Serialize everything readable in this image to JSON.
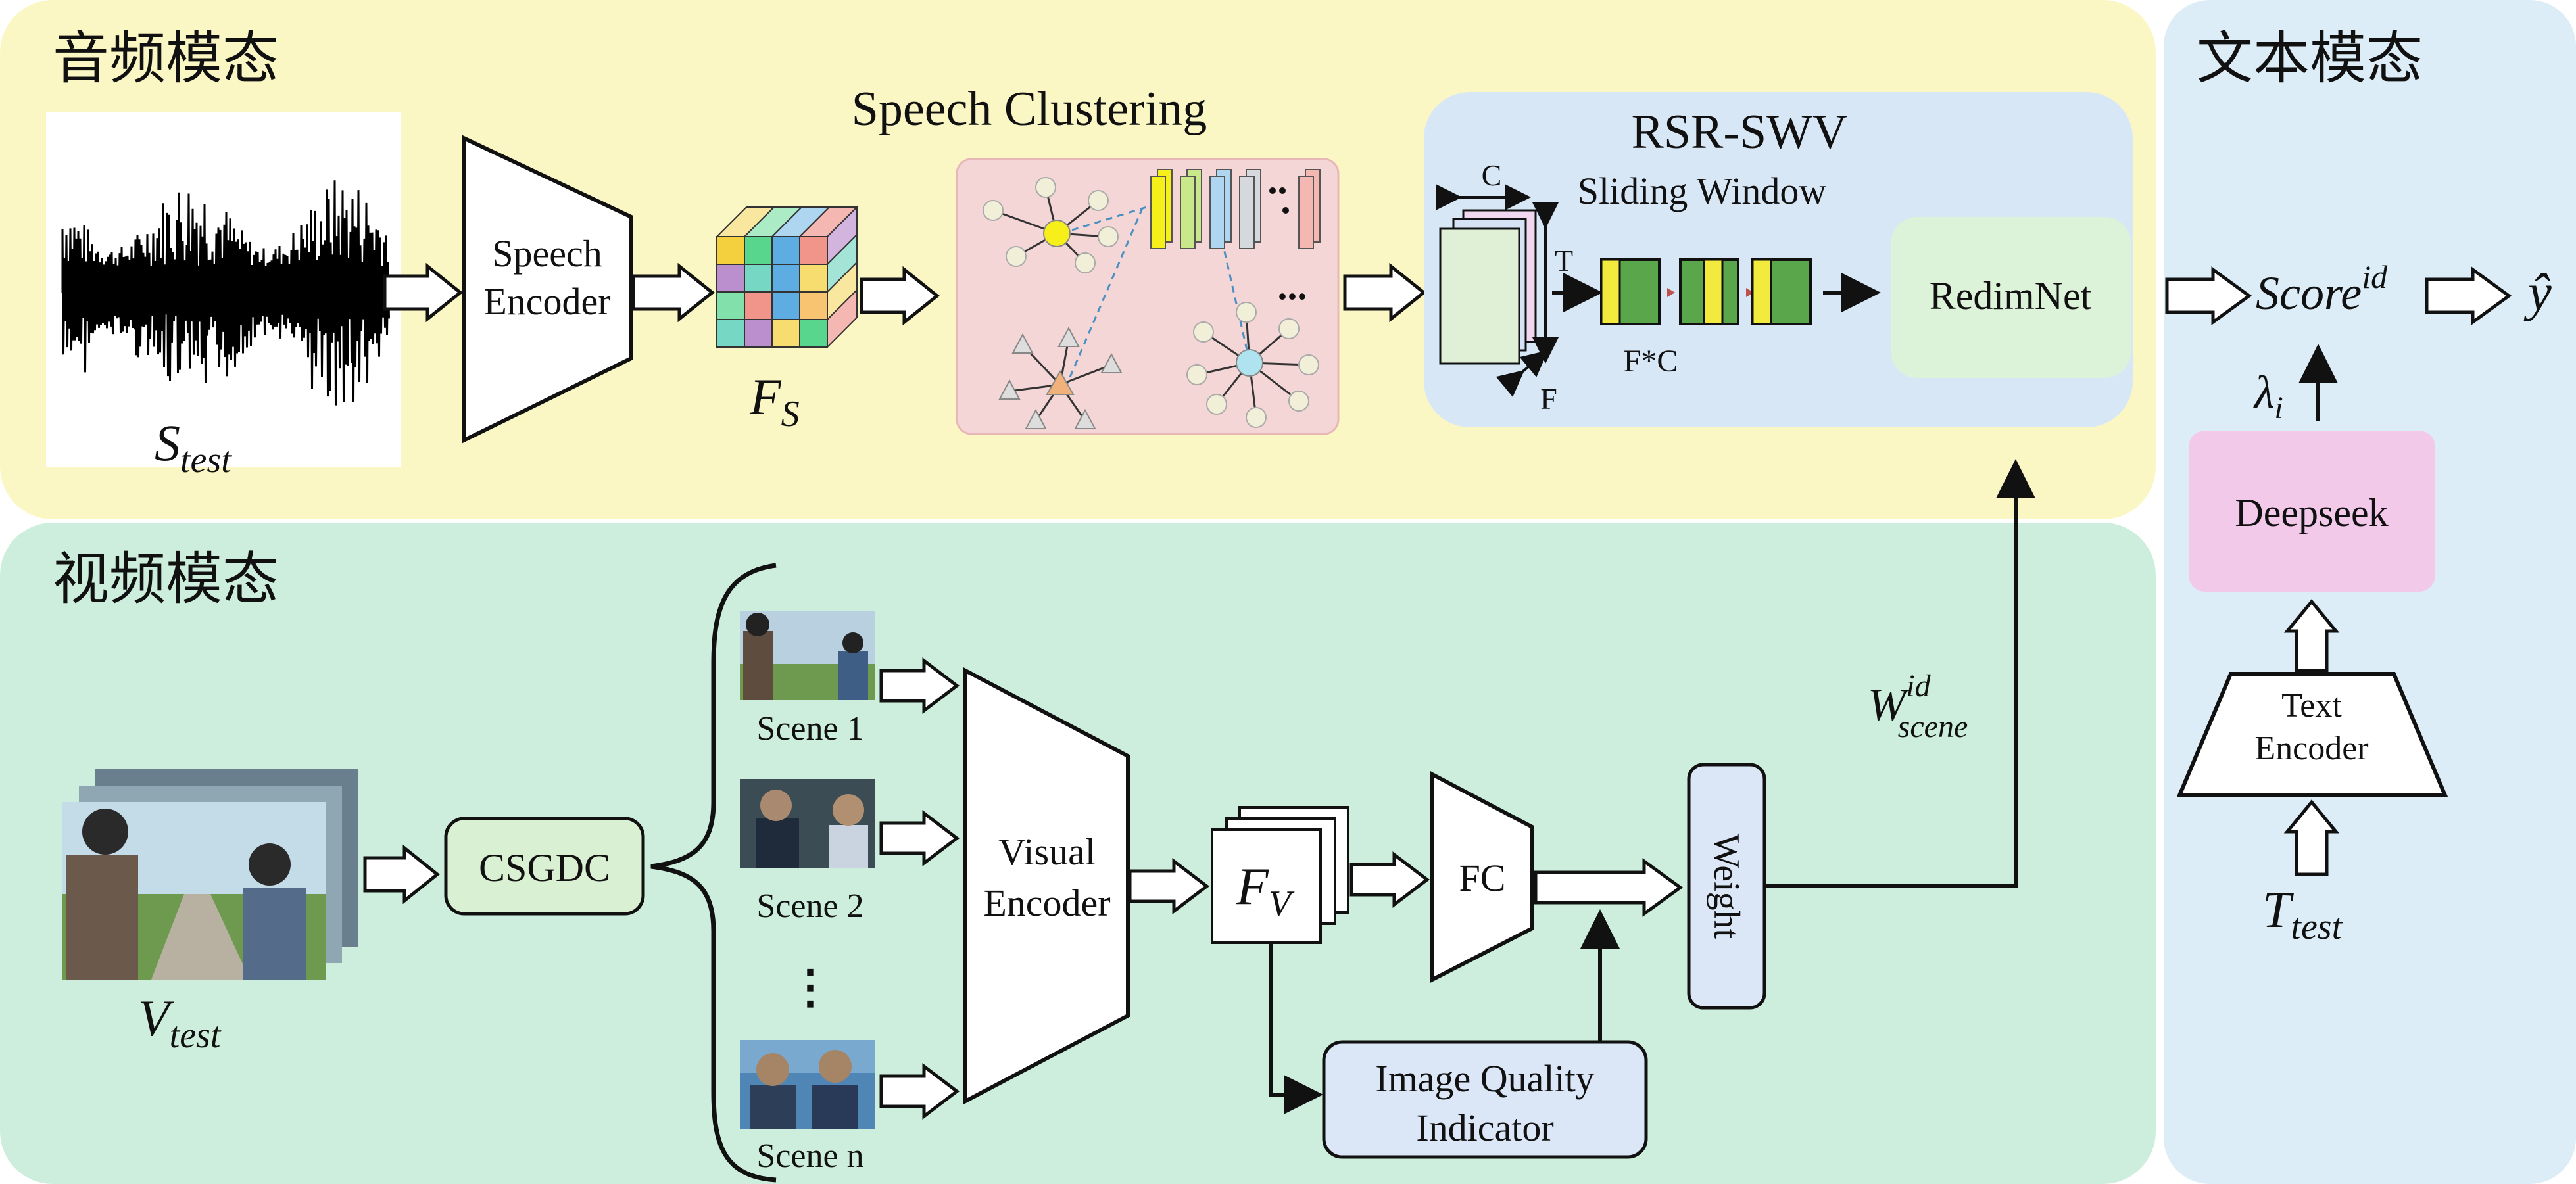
{
  "regions": {
    "audio": "音频模态",
    "video": "视频模态",
    "text": "文本模态"
  },
  "audio": {
    "input_label": {
      "main": "S",
      "sub": "test"
    },
    "speech_encoder": [
      "Speech",
      "Encoder"
    ],
    "feature_label": {
      "main": "F",
      "sub": "S"
    },
    "clustering_title": "Speech Clustering",
    "ellipsis": "...",
    "rsr_title": "RSR-SWV",
    "sliding_window": "Sliding Window",
    "dim_c": "C",
    "dim_t": "T",
    "dim_f": "F",
    "fc_label": "F*C",
    "redimnet": "RedimNet"
  },
  "video": {
    "input_label": {
      "main": "V",
      "sub": "test"
    },
    "csgdc": "CSGDC",
    "scenes": [
      "Scene 1",
      "Scene 2",
      "Scene n"
    ],
    "scene_dots": "⋮",
    "visual_encoder": [
      "Visual",
      "Encoder"
    ],
    "feature_label": {
      "main": "F",
      "sub": "V"
    },
    "fc": "FC",
    "weight": "Weight",
    "iqi": [
      "Image Quality",
      "Indicator"
    ],
    "w_scene": {
      "main": "W",
      "sup": "id",
      "sub": "scene"
    }
  },
  "text": {
    "input_label": {
      "main": "T",
      "sub": "test"
    },
    "encoder": [
      "Text",
      "Encoder"
    ],
    "deepseek": "Deepseek",
    "lambda": {
      "main": "λ",
      "sub": "i"
    },
    "score": {
      "main": "Score",
      "sup": "id"
    },
    "yhat": "ŷ"
  },
  "colors": {
    "audio_bg": "#fbf7c4",
    "video_bg": "#cdeedd",
    "text_bg": "#dcedf8",
    "rsr_bg": "#d8e7f6",
    "redimnet_bg": "#ddf3d9",
    "cluster_bg": "#f4d6d6",
    "csgdc_bg": "#d9f0d3",
    "deepseek_bg": "#f3c9ea",
    "iqi_bg": "#dbe7f7",
    "weight_bg": "#dbe7f7",
    "block_yellow": "#f2ea3c",
    "block_green": "#5aa64b"
  }
}
